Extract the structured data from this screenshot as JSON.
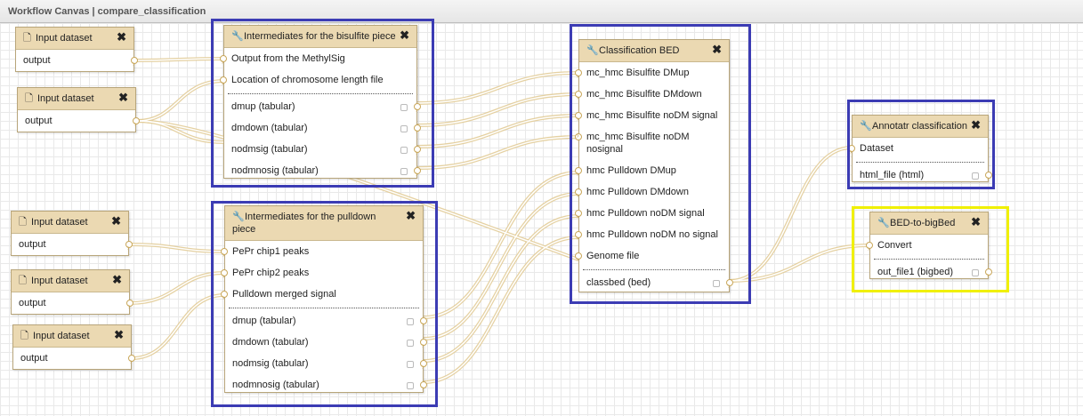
{
  "window": {
    "title": "Workflow Canvas | compare_classification"
  },
  "icons": {
    "dataset": "file-icon",
    "tool": "wrench-icon",
    "close": "close-icon"
  },
  "colors": {
    "node_header": "#ebd9b2",
    "wire": "#e2cc98",
    "highlight_blue": "#3c3cb4",
    "highlight_yellow": "#f0f000"
  },
  "nodes": {
    "input1": {
      "title": "Input dataset",
      "output": "output"
    },
    "input2": {
      "title": "Input dataset",
      "output": "output"
    },
    "input3": {
      "title": "Input dataset",
      "output": "output"
    },
    "input4": {
      "title": "Input dataset",
      "output": "output"
    },
    "input5": {
      "title": "Input dataset",
      "output": "output"
    },
    "bisulfite": {
      "title": "Intermediates for the bisulfite piece",
      "inputs": [
        "Output from the MethylSig",
        "Location of chromosome length file"
      ],
      "outputs": [
        "dmup (tabular)",
        "dmdown (tabular)",
        "nodmsig (tabular)",
        "nodmnosig (tabular)"
      ]
    },
    "pulldown": {
      "title": "Intermediates for the pulldown piece",
      "inputs": [
        "PePr chip1 peaks",
        "PePr chip2 peaks",
        "Pulldown merged signal"
      ],
      "outputs": [
        "dmup (tabular)",
        "dmdown (tabular)",
        "nodmsig (tabular)",
        "nodmnosig (tabular)"
      ]
    },
    "classification": {
      "title": "Classification BED",
      "inputs": [
        "mc_hmc Bisulfite DMup",
        "mc_hmc Bisulfite DMdown",
        "mc_hmc Bisulfite noDM signal",
        "mc_hmc Bisulfite noDM nosignal",
        "hmc Pulldown DMup",
        "hmc Pulldown DMdown",
        "hmc Pulldown noDM signal",
        "hmc Pulldown noDM no signal",
        "Genome file"
      ],
      "outputs": [
        "classbed (bed)"
      ]
    },
    "annotatr": {
      "title": "Annotatr classification",
      "inputs": [
        "Dataset"
      ],
      "outputs": [
        "html_file (html)"
      ]
    },
    "bigbed": {
      "title": "BED-to-bigBed",
      "inputs": [
        "Convert"
      ],
      "outputs": [
        "out_file1 (bigbed)"
      ]
    }
  }
}
